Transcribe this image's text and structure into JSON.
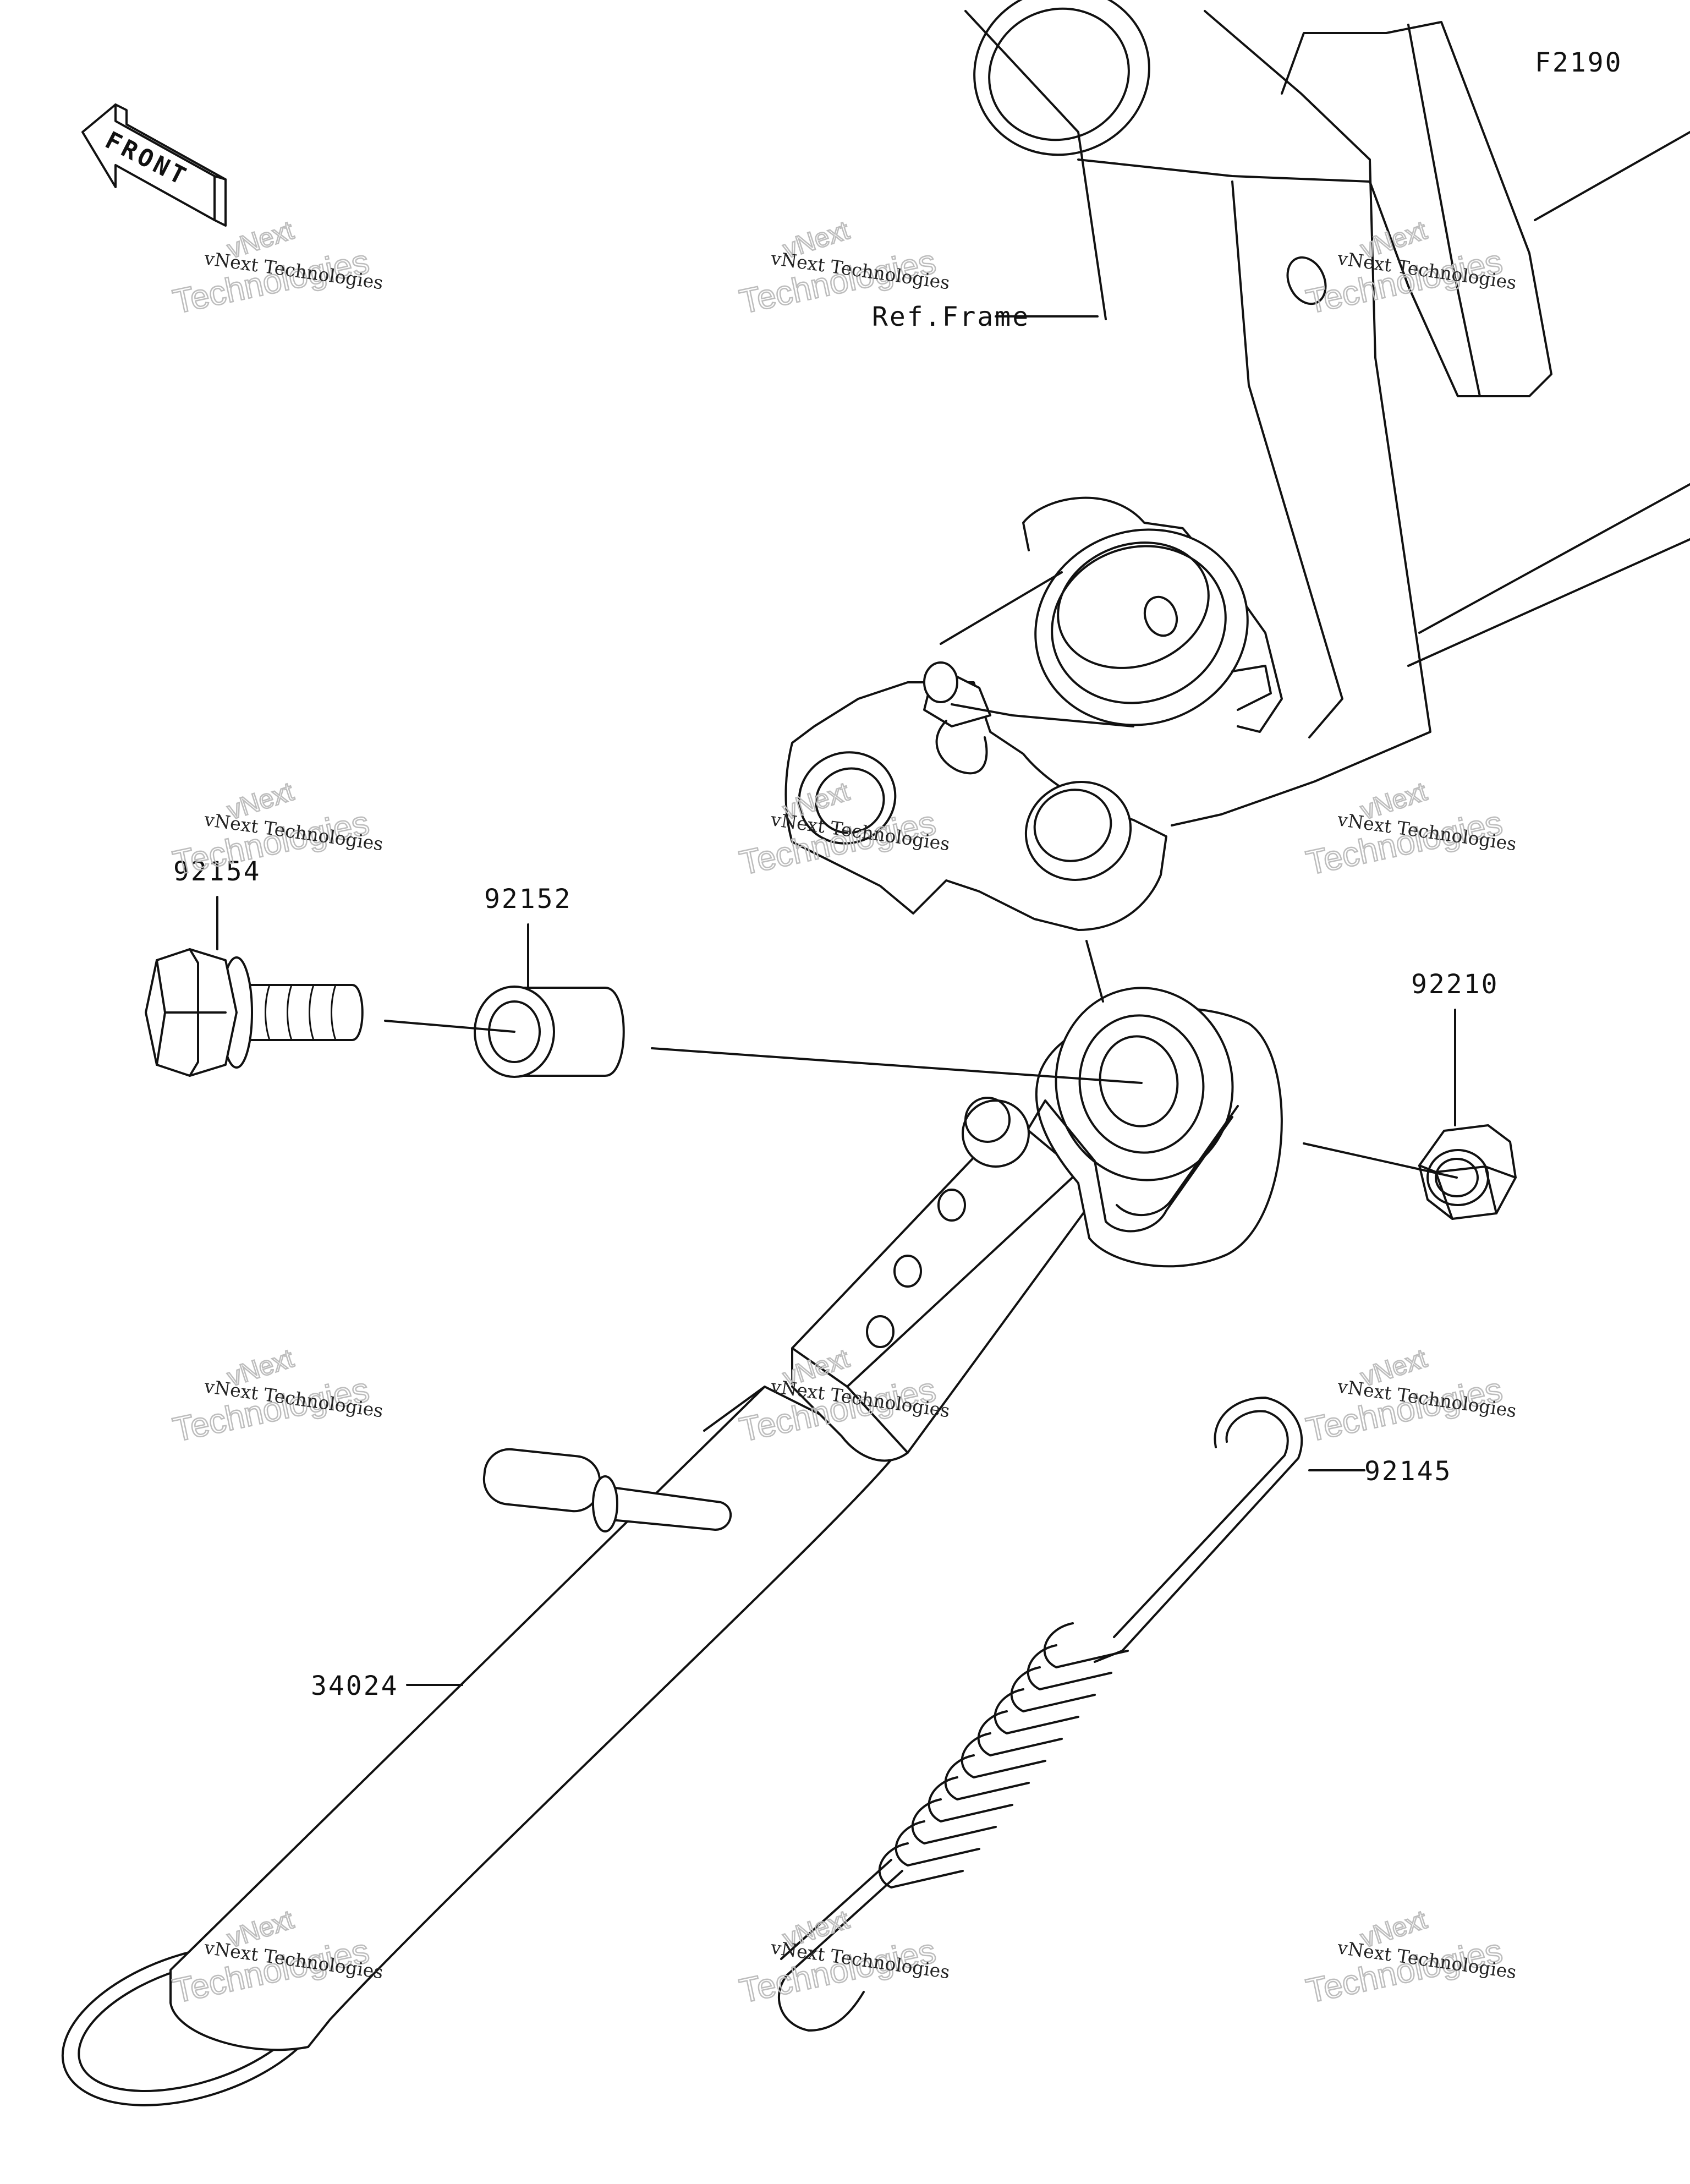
{
  "diagram_code": "F2190",
  "front_label": "FRONT",
  "callouts": {
    "ref_frame": "Ref.Frame",
    "bolt": "92154",
    "collar": "92152",
    "nut": "92210",
    "spring": "92145",
    "side_stand": "34024"
  },
  "watermark": {
    "line1": "vNext Technologies",
    "line2": "Technologies",
    "line3": "vNext"
  }
}
